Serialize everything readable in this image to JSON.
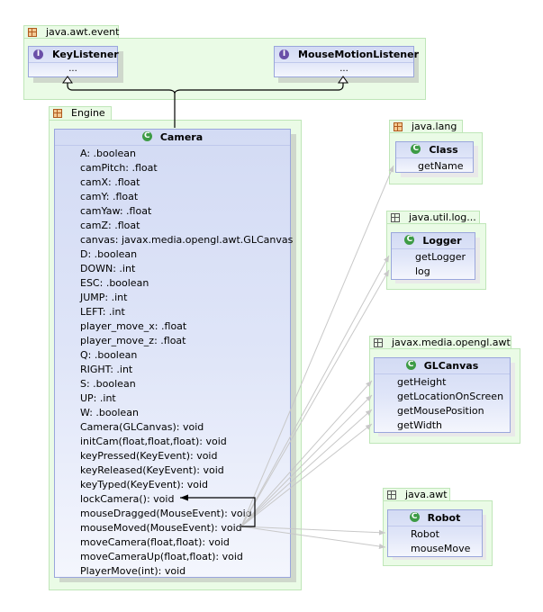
{
  "packages": {
    "java_awt_event": {
      "name": "java.awt.event",
      "icon": "package-icon-filled",
      "classes": [
        {
          "name": "KeyListener",
          "kind": "interface",
          "icon": "interface-icon",
          "body": "..."
        },
        {
          "name": "MouseMotionListener",
          "kind": "interface",
          "icon": "interface-icon",
          "body": "..."
        }
      ]
    },
    "engine": {
      "name": "Engine",
      "icon": "package-icon-filled",
      "camera": {
        "name": "Camera",
        "kind": "class",
        "icon": "class-icon",
        "members": [
          {
            "text": "A: .boolean",
            "icon": "public-field-icon"
          },
          {
            "text": "camPitch: .float",
            "icon": "public-field-icon"
          },
          {
            "text": "camX: .float",
            "icon": "package-field-icon"
          },
          {
            "text": "camY: .float",
            "icon": "package-field-icon"
          },
          {
            "text": "camYaw: .float",
            "icon": "public-field-icon"
          },
          {
            "text": "camZ: .float",
            "icon": "package-field-icon"
          },
          {
            "text": "canvas: javax.media.opengl.awt.GLCanvas",
            "icon": "package-field-icon"
          },
          {
            "text": "D: .boolean",
            "icon": "public-field-icon"
          },
          {
            "text": "DOWN: .int",
            "icon": "public-field-icon"
          },
          {
            "text": "ESC: .boolean",
            "icon": "public-field-icon"
          },
          {
            "text": "JUMP: .int",
            "icon": "public-field-icon"
          },
          {
            "text": "LEFT: .int",
            "icon": "public-field-icon"
          },
          {
            "text": "player_move_x: .float",
            "icon": "public-field-icon"
          },
          {
            "text": "player_move_z: .float",
            "icon": "public-field-icon"
          },
          {
            "text": "Q: .boolean",
            "icon": "public-field-icon"
          },
          {
            "text": "RIGHT: .int",
            "icon": "public-field-icon"
          },
          {
            "text": "S: .boolean",
            "icon": "public-field-icon"
          },
          {
            "text": "UP: .int",
            "icon": "public-field-icon"
          },
          {
            "text": "W: .boolean",
            "icon": "public-field-icon"
          },
          {
            "text": "Camera(GLCanvas): void",
            "icon": "public-method-icon"
          },
          {
            "text": "initCam(float,float,float): void",
            "icon": "public-method-icon"
          },
          {
            "text": "keyPressed(KeyEvent): void",
            "icon": "public-method-icon"
          },
          {
            "text": "keyReleased(KeyEvent): void",
            "icon": "public-method-icon"
          },
          {
            "text": "keyTyped(KeyEvent): void",
            "icon": "public-method-icon"
          },
          {
            "text": "lockCamera(): void",
            "icon": "package-method-icon"
          },
          {
            "text": "mouseDragged(MouseEvent): void",
            "icon": "public-method-icon"
          },
          {
            "text": "mouseMoved(MouseEvent): void",
            "icon": "public-method-icon"
          },
          {
            "text": "moveCamera(float,float): void",
            "icon": "public-method-icon"
          },
          {
            "text": "moveCameraUp(float,float): void",
            "icon": "public-method-icon"
          },
          {
            "text": "PlayerMove(int): void",
            "icon": "public-method-icon"
          }
        ]
      }
    },
    "java_lang": {
      "name": "java.lang",
      "icon": "package-icon-filled",
      "class": {
        "name": "Class",
        "icon": "class-icon",
        "members": [
          {
            "text": "getName",
            "icon": "package-method-icon"
          }
        ]
      }
    },
    "java_util_logging": {
      "name": "java.util.log...",
      "icon": "package-icon-outline",
      "class": {
        "name": "Logger",
        "icon": "class-icon",
        "members": [
          {
            "text": "getLogger",
            "icon": "package-method-icon"
          },
          {
            "text": "log",
            "icon": "package-method-icon"
          }
        ]
      }
    },
    "javax_media_opengl_awt": {
      "name": "javax.media.opengl.awt",
      "icon": "package-icon-outline",
      "class": {
        "name": "GLCanvas",
        "icon": "class-icon",
        "members": [
          {
            "text": "getHeight",
            "icon": "package-method-icon"
          },
          {
            "text": "getLocationOnScreen",
            "icon": "package-method-icon"
          },
          {
            "text": "getMousePosition",
            "icon": "package-method-icon"
          },
          {
            "text": "getWidth",
            "icon": "package-method-icon"
          }
        ]
      }
    },
    "java_awt": {
      "name": "java.awt",
      "icon": "package-icon-outline",
      "class": {
        "name": "Robot",
        "icon": "class-icon",
        "members": [
          {
            "text": "Robot",
            "icon": "package-method-icon"
          },
          {
            "text": "mouseMove",
            "icon": "package-method-icon"
          }
        ]
      }
    }
  },
  "relations": [
    {
      "type": "implements",
      "from": "Camera",
      "to": "KeyListener"
    },
    {
      "type": "implements",
      "from": "Camera",
      "to": "MouseMotionListener"
    },
    {
      "type": "calls",
      "from": "mouseMoved(MouseEvent): void",
      "to": "lockCamera(): void"
    },
    {
      "type": "calls",
      "from": "mouseMoved(MouseEvent): void",
      "to": "Class.getName"
    },
    {
      "type": "calls",
      "from": "mouseMoved(MouseEvent): void",
      "to": "Logger.getLogger"
    },
    {
      "type": "calls",
      "from": "mouseMoved(MouseEvent): void",
      "to": "Logger.log"
    },
    {
      "type": "calls",
      "from": "mouseMoved(MouseEvent): void",
      "to": "GLCanvas.getHeight"
    },
    {
      "type": "calls",
      "from": "mouseMoved(MouseEvent): void",
      "to": "GLCanvas.getLocationOnScreen"
    },
    {
      "type": "calls",
      "from": "mouseMoved(MouseEvent): void",
      "to": "GLCanvas.getMousePosition"
    },
    {
      "type": "calls",
      "from": "mouseMoved(MouseEvent): void",
      "to": "GLCanvas.getWidth"
    },
    {
      "type": "calls",
      "from": "mouseMoved(MouseEvent): void",
      "to": "Robot.Robot"
    },
    {
      "type": "calls",
      "from": "mouseMoved(MouseEvent): void",
      "to": "Robot.mouseMove"
    }
  ]
}
